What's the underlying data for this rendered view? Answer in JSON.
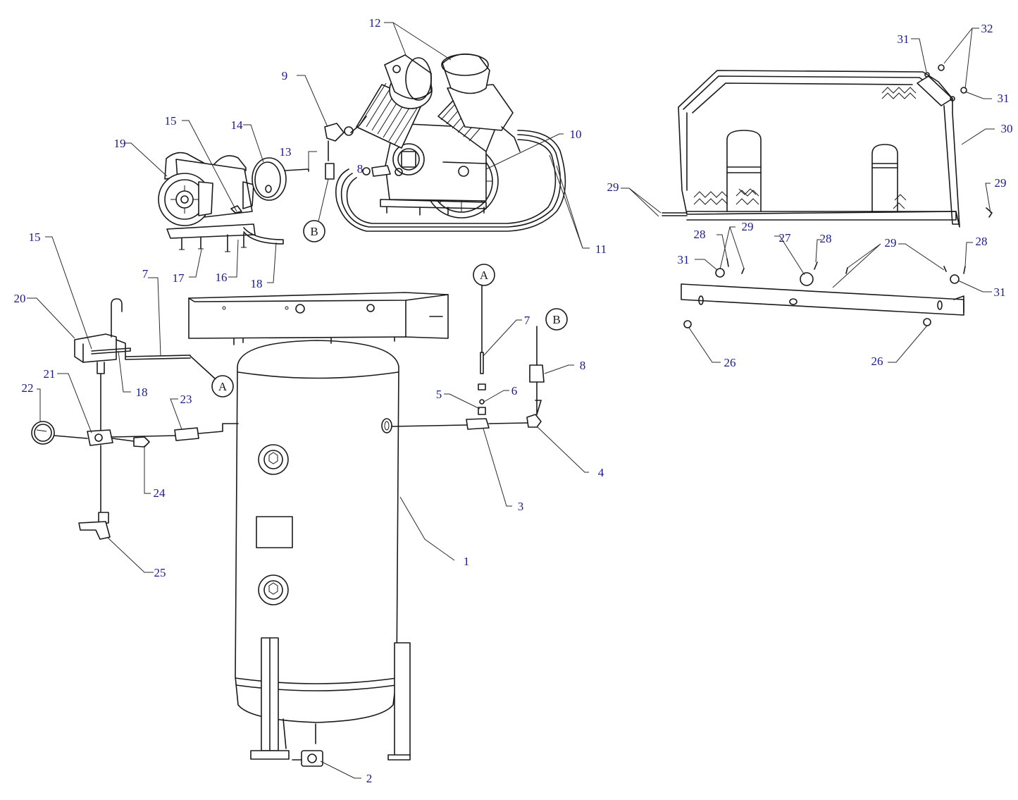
{
  "diagram": {
    "callouts": {
      "c1": "1",
      "c2": "2",
      "c3": "3",
      "c4": "4",
      "c5": "5",
      "c6": "6",
      "c7a": "7",
      "c7b": "7",
      "c8a": "8",
      "c8b": "8",
      "c9": "9",
      "c10": "10",
      "c11": "11",
      "c12": "12",
      "c13": "13",
      "c14": "14",
      "c15a": "15",
      "c15b": "15",
      "c16": "16",
      "c17": "17",
      "c18a": "18",
      "c18b": "18",
      "c19": "19",
      "c20": "20",
      "c21": "21",
      "c22": "22",
      "c23": "23",
      "c24": "24",
      "c25": "25",
      "c26a": "26",
      "c26b": "26",
      "c27": "27",
      "c28a": "28",
      "c28b": "28",
      "c28c": "28",
      "c29a": "29",
      "c29b": "29",
      "c29c": "29",
      "c29d": "29",
      "c29e": "29",
      "c30": "30",
      "c31a": "31",
      "c31b": "31",
      "c31c": "31",
      "c31d": "31",
      "c32": "32"
    },
    "connectors": {
      "a1": "A",
      "a2": "A",
      "b1": "B",
      "b2": "B"
    },
    "colors": {
      "label": "#1a1a8c",
      "line": "#1a1a1a"
    }
  }
}
